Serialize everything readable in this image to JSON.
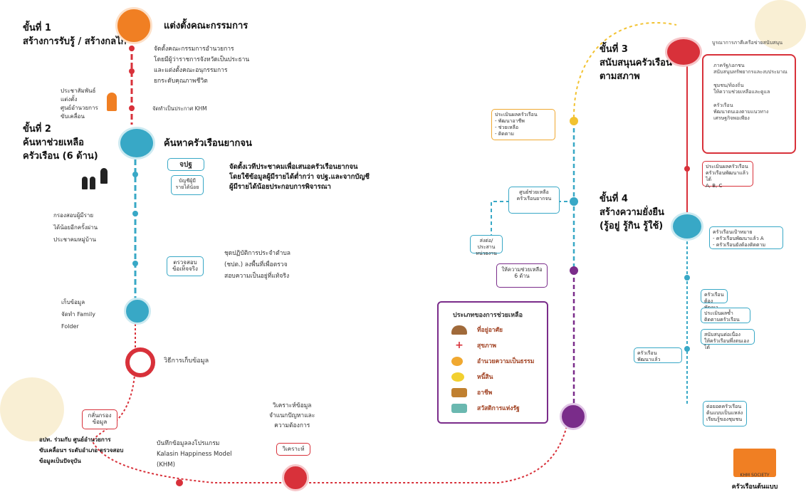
{
  "colors": {
    "red": "#d8313a",
    "orange": "#f07f23",
    "teal": "#38a8c6",
    "yellow": "#f2c230",
    "purple": "#7a2c8a"
  },
  "step1": {
    "label": "ขั้นที่ 1\nสร้างการรับรู้ / สร้างกลไก",
    "title": "แต่งตั้งคณะกรรมการ",
    "desc": "จัดตั้งคณะกรรมการอำนวยการ\nโดยมีผู้ว่าราชการจังหวัดเป็นประธาน\nและแต่งตั้งคณะอนุกรรมการ\nยกระดับคุณภาพชีวิต",
    "sub": "ประชาสัมพันธ์\nแต่งตั้ง\nศูนย์อำนวยการ\nขับเคลื่อน",
    "sub2": "จัดทำเป็นประกาศ KHM"
  },
  "step2": {
    "label": "ขั้นที่ 2\nค้นหาช่วยเหลือ\nครัวเรือน (6 ด้าน)",
    "title": "ค้นหาครัวเรือนยากจน",
    "tag1": "จปฐ",
    "tag2": "บัญชีผู้มี\nรายได้น้อย",
    "desc_bold": "จัดตั้งเวทีประชาคมเพื่อเสนอครัวเรือนยากจน\nโดยใช้ข้อมูลผู้มีรายได้ต่ำกว่า จปฐ.และจากบัญชี\nผู้มีรายได้น้อยประกอบการพิจารณา",
    "verify": "กรองสอบผู้มีราย\nได้น้อยอีกครั้งผ่าน\nประชาคมหมู่บ้าน",
    "check": "ตรวจสอบ\nข้อเท็จจริง",
    "check_desc": "ชุดปฏิบัติการประจำตำบล\n(ชปต.) ลงพื้นที่เพื่อตรวจ\nสอบความเป็นอยู่ที่แท้จริง",
    "collect": "เก็บข้อมูล\nจัดทำ Family\nFolder",
    "method": "วิธีการเก็บข้อมูล",
    "record": "บันทึกข้อมูลลงโปรแกรม\nKalasin Happiness Model\n(KHM)",
    "filter": "กลั่นกรอง\nข้อมูล",
    "filter_desc": "อปท. ร่วมกับ ศูนย์อำนวยการ\nขับเคลื่อนฯ ระดับอำเภอ ตรวจสอบ\nข้อมูลเป็นปัจจุบัน",
    "analyze": "วิเคราะห์ข้อมูล\nจำแนกปัญหาและ\nความต้องการ",
    "analyze_tag": "วิเคราะห์"
  },
  "step3": {
    "label": "ขั้นที่ 3\nสนับสนุนครัวเรือน\nตามสภาพ",
    "box_top": "บูรณาการภาคีเครือข่ายสนับสนุน",
    "items": [
      "ภาครัฐ/เอกชน\nสนับสนุนทรัพยากรและงบประมาณ",
      "ชุมชน/ท้องถิ่น\nให้ความช่วยเหลือและดูแล",
      "ครัวเรือน\nพัฒนาตนเองตามแนวทาง\nเศรษฐกิจพอเพียง"
    ],
    "left_box": "ประเมินผลครัวเรือน\n- พัฒนาอาชีพ\n- ช่วยเหลือ\n- ติดตาม",
    "help6": "ให้ความช่วยเหลือ 6 ด้าน",
    "refer": "ส่งต่อ/ประสาน\nหน่วยงาน",
    "center": "ศูนย์ช่วยเหลือ\nครัวเรือนยากจน"
  },
  "step4": {
    "label": "ขั้นที่ 4\nสร้างความยั่งยืน\n(รู้อยู่ รู้กิน รู้ใช้)",
    "eval": "ประเมินผลครัวเรือน\nครัวเรือนพัฒนาแล้วได้\nA, B, C",
    "result": "ครัวเรือนเป้าหมาย\n- ครัวเรือนพัฒนาแล้ว A\n- ครัวเรือนยังต้องติดตาม",
    "mid": "ครัวเรือน\nต้องพัฒนา",
    "mid2": "ประเมินผลซ้ำ\nติดตามครัวเรือน",
    "mid3": "สนับสนุนต่อเนื่อง\nให้ครัวเรือนพึ่งตนเองได้",
    "hh": "ครัวเรือน\nพัฒนาแล้ว",
    "society": "KHM SOCIETY",
    "final": "ครัวเรือนต้นแบบ",
    "bottom_box": "ต่อยอดครัวเรือน\nต้นแบบเป็นแหล่ง\nเรียนรู้ของชุมชน"
  },
  "legend": {
    "title": "ประเภทของการช่วยเหลือ",
    "items": [
      {
        "label": "ที่อยู่อาศัย",
        "color": "#a06a3a"
      },
      {
        "label": "สุขภาพ",
        "color": "#d8313a"
      },
      {
        "label": "อำนวยความเป็นธรรม",
        "color": "#f0a830"
      },
      {
        "label": "หนี้สิน",
        "color": "#f2d030"
      },
      {
        "label": "อาชีพ",
        "color": "#c08030"
      },
      {
        "label": "สวัสดิการแห่งรัฐ",
        "color": "#6ab8b0"
      }
    ]
  }
}
